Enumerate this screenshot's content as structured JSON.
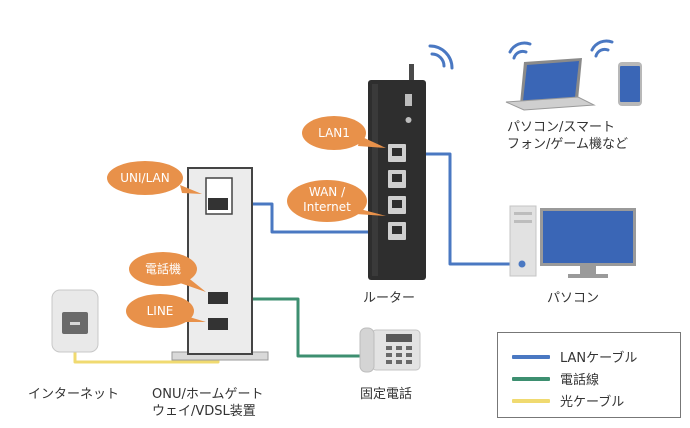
{
  "colors": {
    "lan": "#4a78c2",
    "tel": "#3d8f70",
    "fiber": "#f0da70",
    "bubble": "#e8914a",
    "device_dark": "#2e2e2e",
    "device_light": "#e9e9e9"
  },
  "icons": [
    "wifi-icon",
    "laptop-icon",
    "smartphone-icon",
    "desktop-pc-icon",
    "telephone-icon",
    "optical-outlet-icon",
    "router-icon",
    "onu-icon"
  ],
  "bubbles": {
    "uni_lan": "UNI/LAN",
    "lan1": "LAN1",
    "wan_internet_line1": "WAN /",
    "wan_internet_line2": "Internet",
    "tel_device": "電話機",
    "line": "LINE"
  },
  "captions": {
    "wall_outlet": "インターネット",
    "onu_line1": "ONU/ホームゲート",
    "onu_line2": "ウェイ/VDSL装置",
    "router": "ルーター",
    "wireless_line1": "パソコン/スマート",
    "wireless_line2": "フォン/ゲーム機など",
    "pc": "パソコン",
    "phone": "固定電話"
  },
  "legend": {
    "lan": "LANケーブル",
    "tel": "電話線",
    "fiber": "光ケーブル"
  }
}
